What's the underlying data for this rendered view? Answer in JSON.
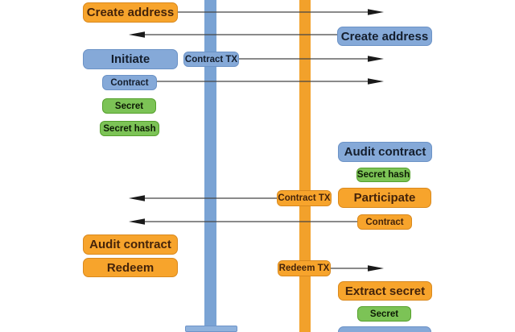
{
  "colors": {
    "orange_box": "#F7A42C",
    "orange_box_border": "#D9891E",
    "blue_box": "#85A9D8",
    "blue_box_border": "#6B92C6",
    "green_box": "#7CC356",
    "green_box_border": "#55A02C",
    "blue_lifeline": "#7AA3D4",
    "orange_lifeline": "#F2A12B",
    "arrow_line": "#444444",
    "arrow_head": "#1A1A1A"
  },
  "left_party": {
    "create_address": "Create address",
    "initiate": "Initiate",
    "contract_tx": "Contract TX",
    "contract": "Contract",
    "secret": "Secret",
    "secret_hash": "Secret hash",
    "audit_contract": "Audit contract",
    "redeem": "Redeem"
  },
  "right_party": {
    "create_address": "Create address",
    "audit_contract": "Audit contract",
    "secret_hash": "Secret hash",
    "contract_tx": "Contract TX",
    "participate": "Participate",
    "contract": "Contract",
    "redeem_tx": "Redeem TX",
    "extract_secret": "Extract secret",
    "secret": "Secret"
  }
}
